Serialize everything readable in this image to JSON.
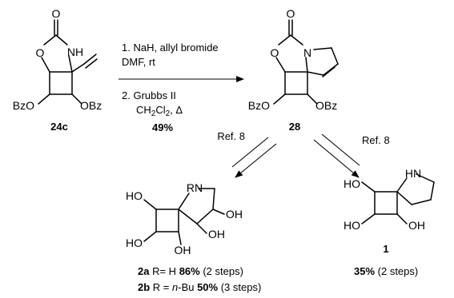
{
  "compound_24c": {
    "label": "24c",
    "atoms": {
      "o_carbonyl": "O",
      "o_ring": "O",
      "nh": "NH",
      "obz_left": "BzO",
      "obz_right": "OBz"
    }
  },
  "compound_28": {
    "label": "28",
    "atoms": {
      "o_carbonyl": "O",
      "o_ring": "O",
      "n": "N",
      "obz_left": "BzO",
      "obz_right": "OBz"
    }
  },
  "compound_2": {
    "atoms": {
      "rn": "RN",
      "ho_left": "HO",
      "oh_right": "OH",
      "ho_bottom": "HO",
      "oh_mid": "OH",
      "oh_low": "OH"
    }
  },
  "compound_1": {
    "label": "1",
    "atoms": {
      "hn": "HN",
      "ho_top": "HO",
      "ho_bottom": "HO",
      "oh": "OH"
    }
  },
  "reaction": {
    "step1": "1. NaH, allyl bromide",
    "step1b": "DMF, rt",
    "step2": "2. Grubbs II",
    "step2b_pre": "CH",
    "step2b_sub1": "2",
    "step2b_mid": "Cl",
    "step2b_sub2": "2",
    "step2b_post": ", Δ",
    "yield": "49%"
  },
  "ref_left": "Ref. 8",
  "ref_right": "Ref. 8",
  "results": {
    "r2a_id": "2a",
    "r2a_sub": " R= H ",
    "r2a_yield": "86%",
    "r2a_steps": " (2 steps)",
    "r2b_id": "2b",
    "r2b_sub_pre": " R = ",
    "r2b_sub_ital": "n",
    "r2b_sub_post": "-Bu ",
    "r2b_yield": "50%",
    "r2b_steps": " (3 steps)",
    "r1_yield": "35%",
    "r1_steps": " (2 steps)"
  }
}
